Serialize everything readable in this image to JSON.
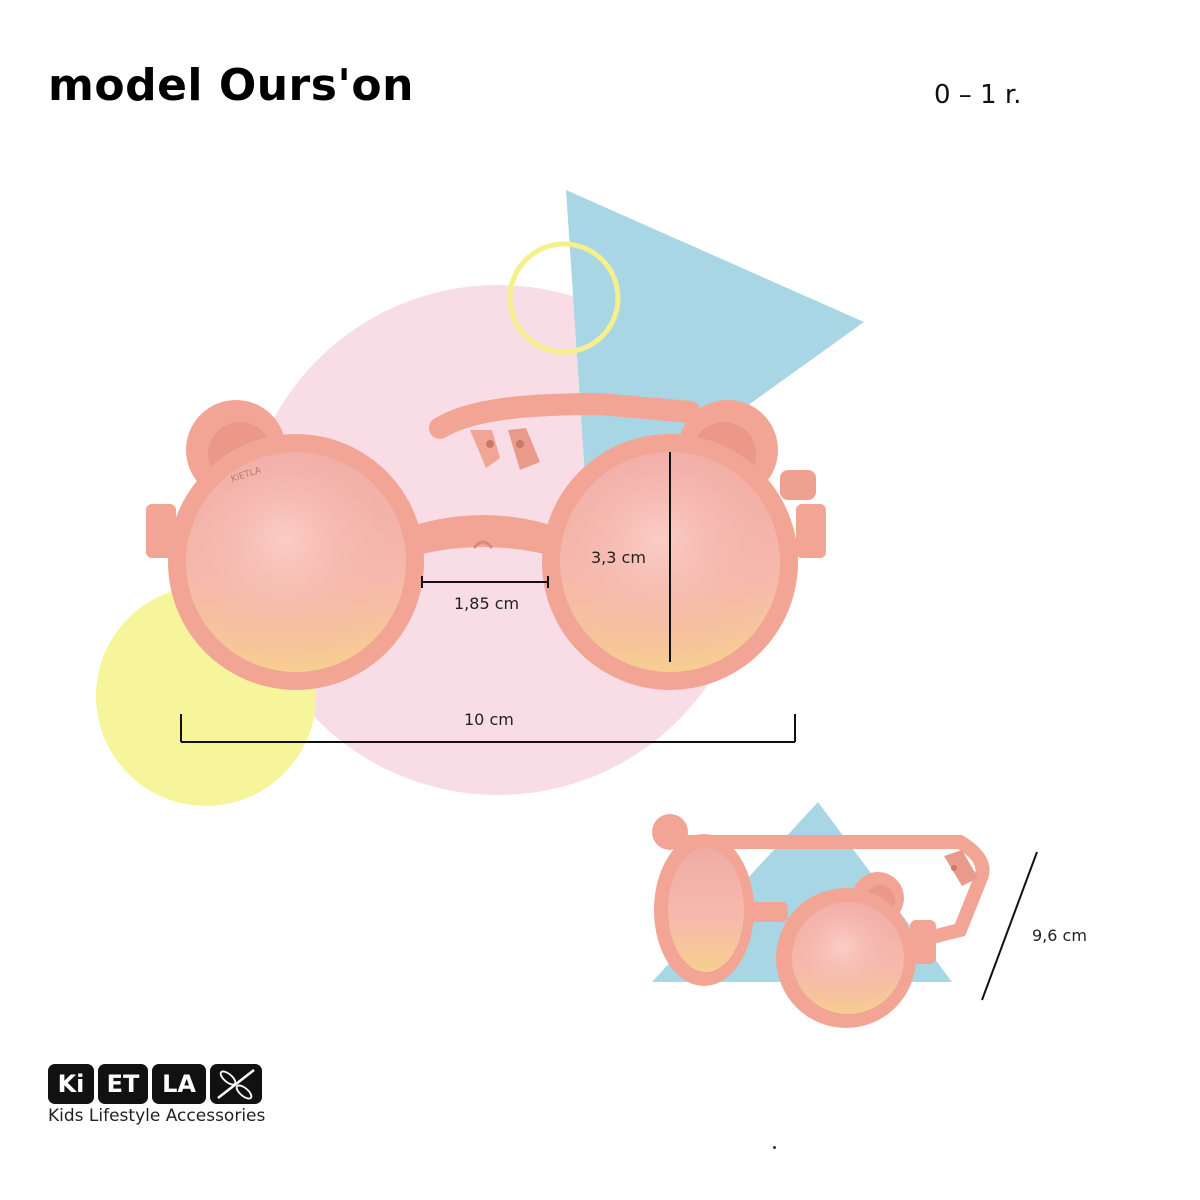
{
  "header": {
    "title": "model Ours'on",
    "age_range": "0 – 1 r."
  },
  "dimensions": {
    "bridge": "1,85 cm",
    "lens_height": "3,3 cm",
    "total_width": "10 cm",
    "temple_length": "9,6 cm"
  },
  "brand": {
    "logo_parts": [
      "Ki",
      "ET",
      "LA"
    ],
    "tagline": "Kids Lifestyle Accessories",
    "frame_print": "KiETLA"
  },
  "colors": {
    "frame": "#f2a595",
    "frame_dark": "#e48f80",
    "pink_circle": "#f8dde6",
    "blue_triangle": "#a9d6e4",
    "yellow_circle": "#f7f59b",
    "yellow_ring": "#f5ef8c",
    "lens_top": "#f4b7ae",
    "lens_bottom": "#f6c88a"
  }
}
